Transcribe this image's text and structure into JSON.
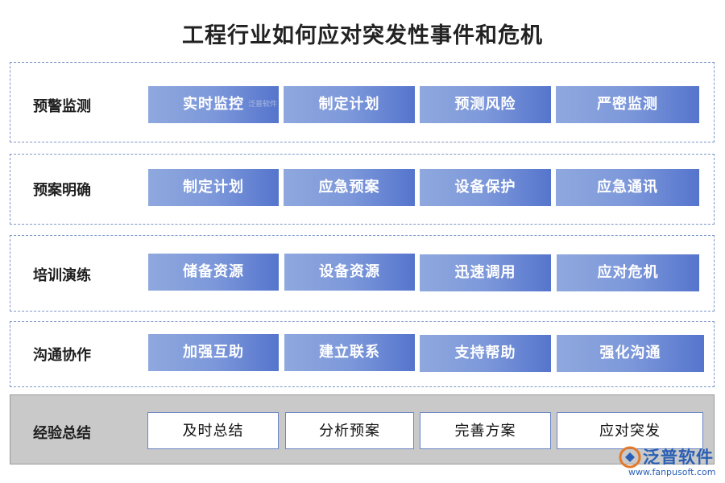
{
  "title": "工程行业如何应对突发性事件和危机",
  "rows": [
    {
      "label": "预警监测",
      "items": [
        "实时监控",
        "制定计划",
        "预测风险",
        "严密监测"
      ]
    },
    {
      "label": "预案明确",
      "items": [
        "制定计划",
        "应急预案",
        "设备保护",
        "应急通讯"
      ]
    },
    {
      "label": "培训演练",
      "items": [
        "储备资源",
        "设备资源",
        "迅速调用",
        "应对危机"
      ]
    },
    {
      "label": "沟通协作",
      "items": [
        "加强互助",
        "建立联系",
        "支持帮助",
        "强化沟通"
      ]
    },
    {
      "label": "经验总结",
      "items": [
        "及时总结",
        "分析预案",
        "完善方案",
        "应对突发"
      ]
    }
  ],
  "watermark": "泛普软件",
  "logo": {
    "name": "泛普软件",
    "url": "www.fanpusoft.com"
  },
  "colors": {
    "accent": "#5575cd",
    "border": "#7e98c7",
    "summary_bg": "#c9c9c9"
  }
}
